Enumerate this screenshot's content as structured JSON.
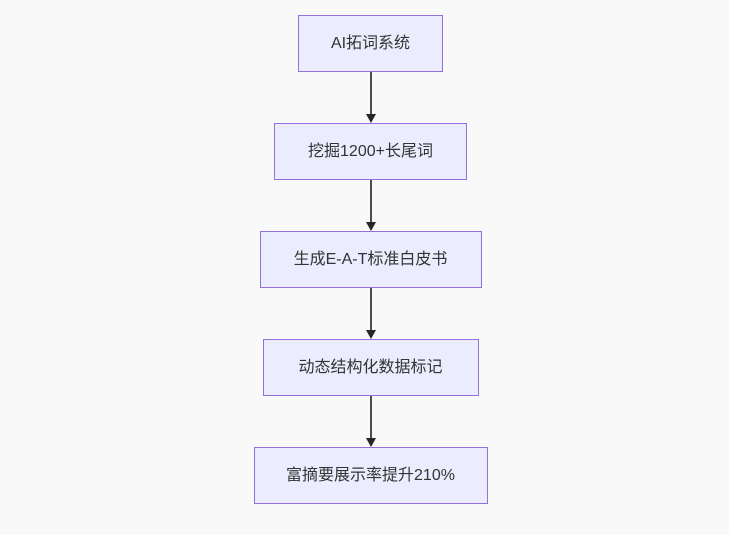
{
  "page": {
    "background_color": "#f9f9f9"
  },
  "flowchart": {
    "type": "flowchart",
    "direction": "top-down",
    "node_fill_color": "#ECECFF",
    "node_border_color": "#9370DB",
    "arrow_color": "#4d4d4d",
    "text_color": "#333333",
    "nodes": [
      {
        "label": "AI拓词系统"
      },
      {
        "label": "挖掘1200+长尾词"
      },
      {
        "label": "生成E-A-T标准白皮书"
      },
      {
        "label": "动态结构化数据标记"
      },
      {
        "label": "富摘要展示率提升210%"
      }
    ],
    "edges": [
      {
        "from": 0,
        "to": 1
      },
      {
        "from": 1,
        "to": 2
      },
      {
        "from": 2,
        "to": 3
      },
      {
        "from": 3,
        "to": 4
      }
    ]
  }
}
